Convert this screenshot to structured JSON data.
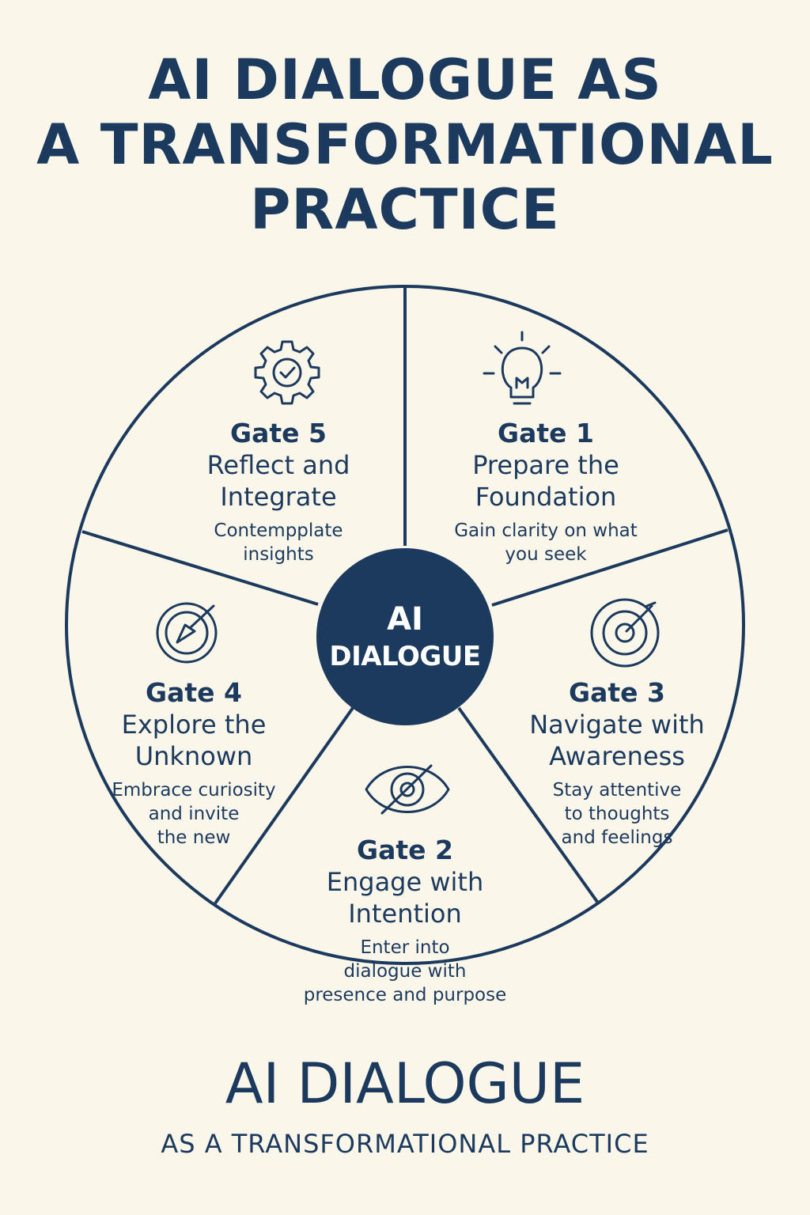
{
  "title": {
    "lines": [
      "AI DIALOGUE AS",
      "A TRANSFORMATIONAL",
      "PRACTICE"
    ]
  },
  "center": {
    "line1": "AI",
    "line2": "DIALOGUE"
  },
  "colors": {
    "background": "#fbf6ea",
    "ink": "#1c3a5e",
    "center_fill": "#1c3a5e"
  },
  "gates": [
    {
      "label": "Gate 1",
      "title_lines": [
        "Prepare the",
        "Foundation"
      ],
      "desc_lines": [
        "Gain clarity on what",
        "you seek"
      ],
      "icon": "lightbulb-icon"
    },
    {
      "label": "Gate 2",
      "title_lines": [
        "Engage with",
        "Intention"
      ],
      "desc_lines": [
        "Enter into",
        "dialogue with",
        "presence and purpose"
      ],
      "icon": "eye-icon"
    },
    {
      "label": "Gate 3",
      "title_lines": [
        "Navigate with",
        "Awareness"
      ],
      "desc_lines": [
        "Stay attentive",
        "to thoughts",
        "and feelings"
      ],
      "icon": "target-icon"
    },
    {
      "label": "Gate 4",
      "title_lines": [
        "Explore the",
        "Unknown"
      ],
      "desc_lines": [
        "Embrace curiosity",
        "and invite",
        "the new"
      ],
      "icon": "compass-icon"
    },
    {
      "label": "Gate 5",
      "title_lines": [
        "Reflect and",
        "Integrate"
      ],
      "desc_lines": [
        "Contempplate",
        "insights"
      ],
      "icon": "gear-check-icon"
    }
  ],
  "footer": {
    "title": "AI DIALOGUE",
    "subtitle": "AS A TRANSFORMATIONAL PRACTICE"
  }
}
